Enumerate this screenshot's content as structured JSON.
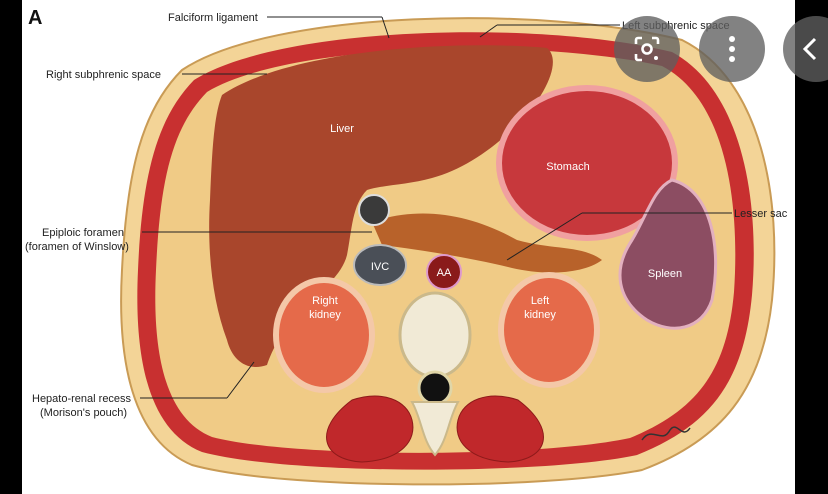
{
  "figure": {
    "panel_label": "A",
    "labels": {
      "falciform": "Falciform ligament",
      "left_subphrenic": "Left subphrenic space",
      "right_subphrenic": "Right subphrenic space",
      "epiploic_1": "Epiploic foramen",
      "epiploic_2": "(foramen of Winslow)",
      "lesser_sac": "Lesser sac",
      "hepatorenal_1": "Hepato-renal recess",
      "hepatorenal_2": "(Morison's pouch)"
    },
    "organs": {
      "liver": "Liver",
      "stomach": "Stomach",
      "spleen": "Spleen",
      "ivc": "IVC",
      "aa": "AA",
      "right_kidney_1": "Right",
      "right_kidney_2": "kidney",
      "left_kidney_1": "Left",
      "left_kidney_2": "kidney"
    }
  },
  "controls": {
    "lens_icon": "lens-search-icon",
    "more_icon": "more-vertical-icon",
    "back_icon": "chevron-left-icon"
  },
  "colors": {
    "muscle": "#c0282b",
    "fat": "#f2d08a",
    "liver": "#a9462c",
    "stomach": "#c7383c",
    "spleen": "#8c4d62",
    "overlay_button": "#5f5f5f"
  }
}
